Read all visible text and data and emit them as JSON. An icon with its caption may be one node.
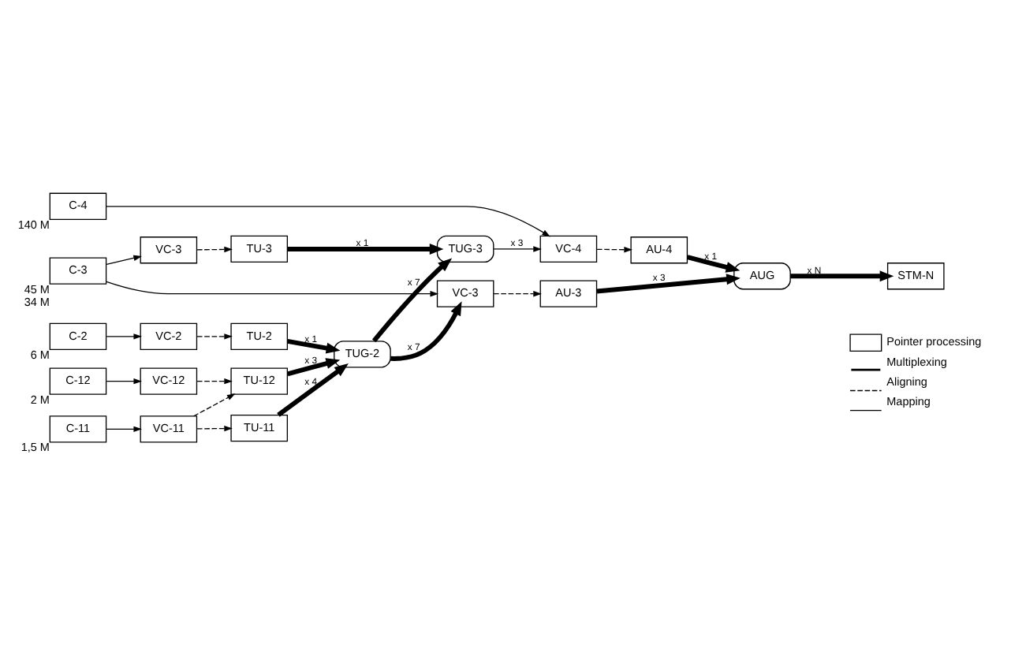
{
  "diagram": {
    "nodes": [
      {
        "text": [
          "C-4"
        ],
        "beside": [
          "140 M"
        ]
      },
      {
        "text": [
          "VC-4"
        ]
      },
      {
        "text": [
          "AU-4"
        ]
      },
      {
        "text": [
          "AUG"
        ]
      },
      {
        "text": [
          "STM-N"
        ]
      },
      {
        "text": [
          "VC-3"
        ]
      },
      {
        "text": [
          "TU-3"
        ]
      },
      {
        "text": [
          "TUG-3"
        ]
      },
      {
        "text": [
          "C-3"
        ],
        "beside": [
          "45 M",
          "34 M"
        ]
      },
      {
        "text": [
          "VC-3"
        ]
      },
      {
        "text": [
          "AU-3"
        ]
      },
      {
        "text": [
          "C-2"
        ],
        "beside": [
          "6 M"
        ]
      },
      {
        "text": [
          "VC-2"
        ]
      },
      {
        "text": [
          "TU-2"
        ]
      },
      {
        "text": [
          "TUG-2"
        ]
      },
      {
        "text": [
          "C-12"
        ],
        "beside": [
          "2 M"
        ]
      },
      {
        "text": [
          "VC-12"
        ]
      },
      {
        "text": [
          "TU-12"
        ]
      },
      {
        "text": [
          "C-11"
        ],
        "beside": [
          "1,5 M"
        ]
      },
      {
        "text": [
          "VC-11"
        ]
      },
      {
        "text": [
          "TU-11"
        ]
      }
    ],
    "edges": [
      {
        "from": 0,
        "to": 1,
        "arrow": "to"
      },
      {
        "from": 1,
        "to": 2,
        "arrow": "to",
        "style": "dashed"
      },
      {
        "from": 2,
        "to": 3,
        "arrow": "to",
        "style": "thick",
        "label": "x 1"
      },
      {
        "from": 3,
        "to": 4,
        "arrow": "to",
        "style": "thick",
        "label": "x N"
      },
      {
        "from": 8,
        "to": 5,
        "arrow": "to"
      },
      {
        "from": 5,
        "to": 6,
        "arrow": "to",
        "style": "dashed"
      },
      {
        "from": 6,
        "to": 7,
        "arrow": "to",
        "style": "thick",
        "label": "x 1"
      },
      {
        "from": 7,
        "to": 1,
        "arrow": "to",
        "label": "x 3"
      },
      {
        "from": 8,
        "to": 9,
        "arrow": "to"
      },
      {
        "from": 9,
        "to": 10,
        "arrow": "to",
        "style": "dashed"
      },
      {
        "from": 10,
        "to": 3,
        "arrow": "to",
        "style": "thick",
        "label": "x 3"
      },
      {
        "from": 14,
        "to": 7,
        "arrow": "to",
        "style": "thick",
        "label": "x 7"
      },
      {
        "from": 14,
        "to": 9,
        "arrow": "to",
        "style": "thick",
        "label": "x 7"
      },
      {
        "from": 11,
        "to": 12,
        "arrow": "to"
      },
      {
        "from": 12,
        "to": 13,
        "arrow": "to",
        "style": "dashed"
      },
      {
        "from": 13,
        "to": 14,
        "arrow": "to",
        "style": "thick",
        "label": "x 1"
      },
      {
        "from": 15,
        "to": 16,
        "arrow": "to"
      },
      {
        "from": 16,
        "to": 17,
        "arrow": "to",
        "style": "dashed"
      },
      {
        "from": 17,
        "to": 14,
        "arrow": "to",
        "style": "thick",
        "label": "x 3"
      },
      {
        "from": 18,
        "to": 19,
        "arrow": "to"
      },
      {
        "from": 19,
        "to": 20,
        "arrow": "to",
        "style": "dashed"
      },
      {
        "from": 19,
        "to": 17,
        "arrow": "to",
        "style": "dashed"
      },
      {
        "from": 20,
        "to": 14,
        "arrow": "to",
        "style": "thick",
        "label": "x 4"
      }
    ],
    "legend": [
      {
        "text": "Pointer processing"
      },
      {
        "text": "Multiplexing"
      },
      {
        "text": "Aligning"
      },
      {
        "text": "Mapping"
      }
    ]
  }
}
